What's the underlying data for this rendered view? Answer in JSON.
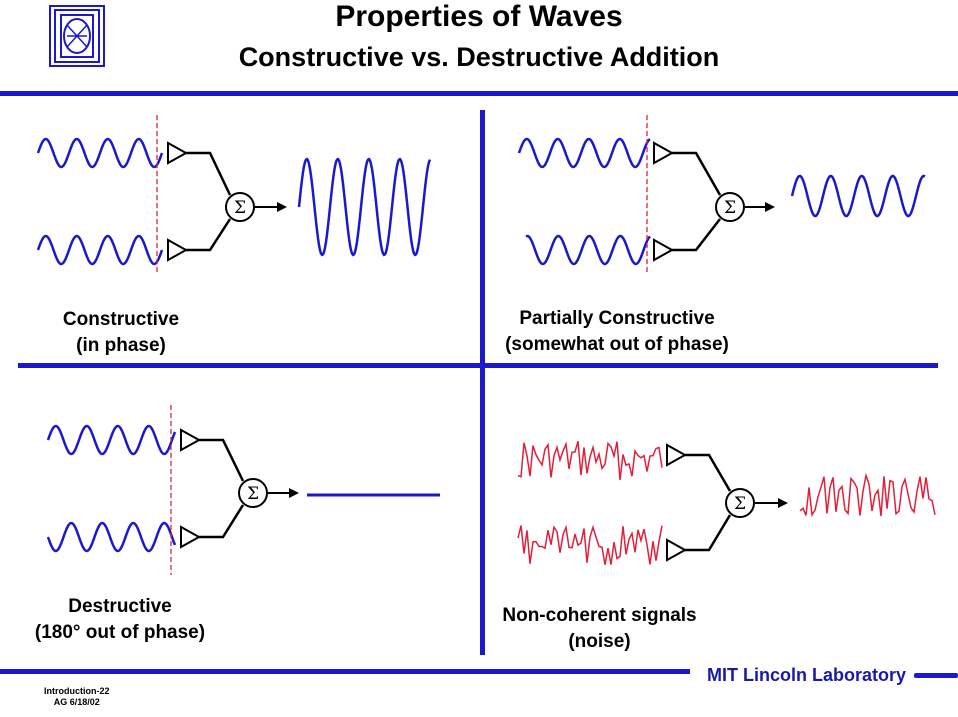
{
  "header": {
    "title": "Properties of Waves",
    "subtitle": "Constructive vs. Destructive Addition"
  },
  "panels": {
    "top_left": {
      "caption_line1": "Constructive",
      "caption_line2": "(in phase)"
    },
    "top_right": {
      "caption_line1": "Partially Constructive",
      "caption_line2": "(somewhat out of phase)"
    },
    "bottom_left": {
      "caption_line1": "Destructive",
      "caption_line2": "(180° out of phase)"
    },
    "bottom_right": {
      "caption_line1": "Non-coherent signals",
      "caption_line2": "(noise)"
    }
  },
  "summer_symbol": "Σ",
  "footer": {
    "lab": "MIT Lincoln Laboratory",
    "ref_line1": "Introduction-22",
    "ref_line2": "AG 6/18/02"
  },
  "colors": {
    "rule_blue": "#1a1acc",
    "wave_blue": "#1a1acc",
    "noise_red": "#e0203a",
    "phase_marker": "#e0203a"
  }
}
